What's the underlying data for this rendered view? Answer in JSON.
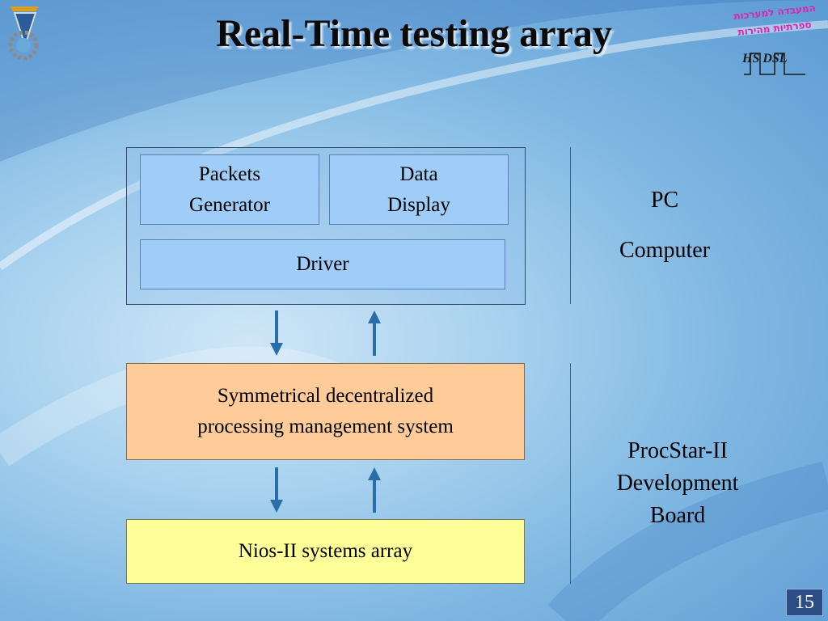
{
  "slide": {
    "title": "Real-Time testing array",
    "page_number": "15"
  },
  "logos": {
    "left": "technion-logo",
    "right_hebrew_line1": "המעבדה למערכות",
    "right_hebrew_line2": "ספרתיות מהירות",
    "right_lab": "HS DSL"
  },
  "diagram": {
    "pc_boxes": {
      "packets_generator": {
        "line1": "Packets",
        "line2": "Generator"
      },
      "data_display": {
        "line1": "Data",
        "line2": "Display"
      },
      "driver": "Driver"
    },
    "management_system": {
      "line1": "Symmetrical decentralized",
      "line2": "processing management system"
    },
    "nios_array": "Nios-II systems array",
    "pc_label": {
      "line1": "PC",
      "line2": "Computer"
    },
    "board_label": {
      "line1": "ProcStar-II",
      "line2": "Development",
      "line3": "Board"
    }
  },
  "colors": {
    "blue_box": "#9fcdf7",
    "orange_box": "#ffcc99",
    "yellow_box": "#ffff99",
    "arrow": "#2a6ea8"
  }
}
